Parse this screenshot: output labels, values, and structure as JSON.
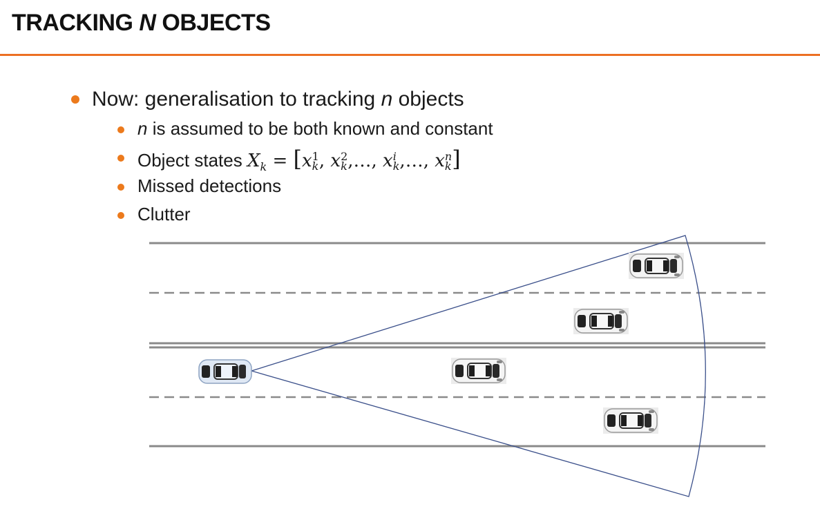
{
  "slide": {
    "title_prefix": "TRACKING",
    "title_var": "N",
    "title_suffix": "OBJECTS"
  },
  "bullets": {
    "main_prefix": "Now: generalisation to tracking",
    "main_var": "n",
    "main_suffix": "objects",
    "sub1_var": "n",
    "sub1_text": "is assumed to be both known and constant",
    "sub2_prefix": "Object states",
    "sub3_text": "Missed detections",
    "sub4_text": "Clutter"
  },
  "formula": {
    "lhs": "X",
    "lhs_sub": "k",
    "eq": "=",
    "var": "x",
    "sub": "k",
    "sup1": "1",
    "sup2": "2",
    "supi": "i",
    "supn": "n",
    "comma": ",",
    "ellipsis": "…",
    "lbracket": "[",
    "rbracket": "]"
  },
  "colors": {
    "accent": "#ec6f22",
    "bullet": "#ec7a1c",
    "sensor_cone": "#3a4f8a",
    "road_line": "#8a8a8a"
  },
  "icons": {
    "ego_car": "car-top-view-blue",
    "target_car": "car-top-view-gray"
  }
}
